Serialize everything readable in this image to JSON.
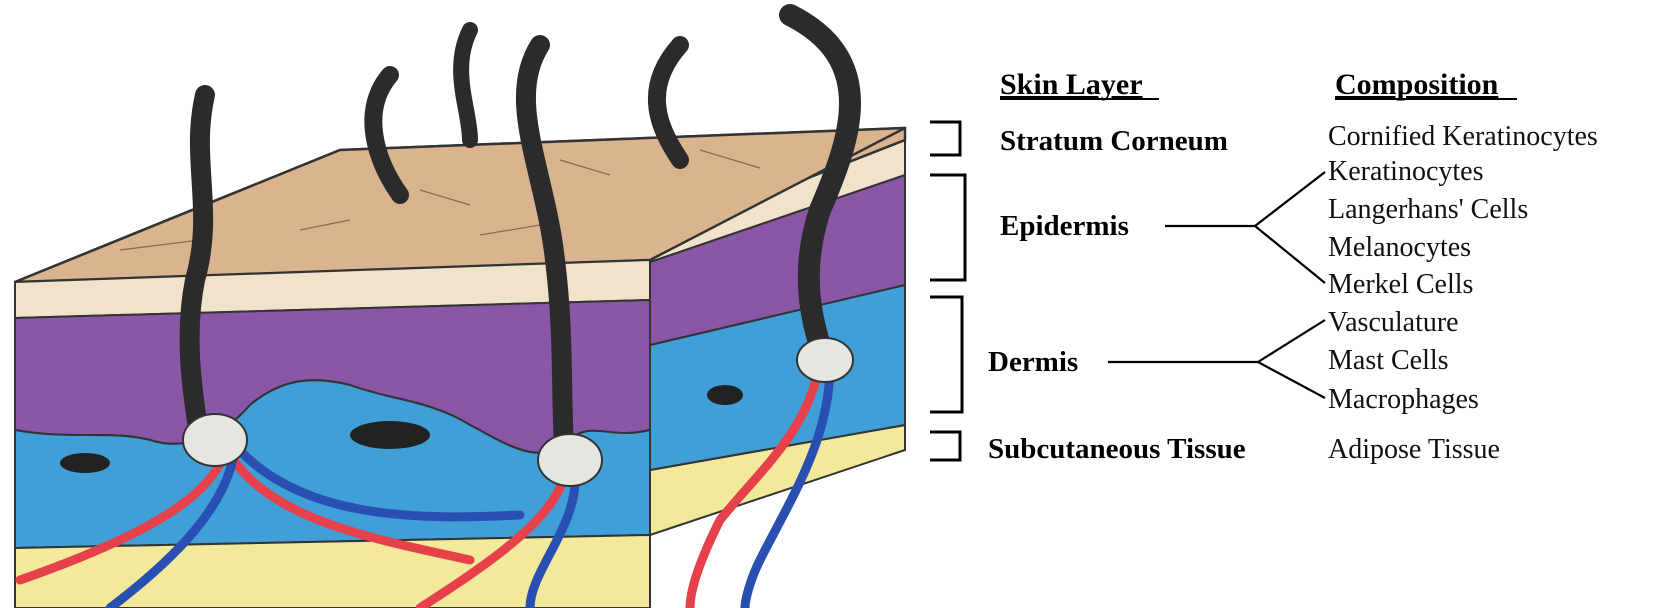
{
  "headers": {
    "skin_layer": "Skin Layer",
    "composition": "Composition"
  },
  "layers": {
    "stratum_corneum": {
      "name": "Stratum Corneum",
      "composition": [
        "Cornified Keratinocytes"
      ]
    },
    "epidermis": {
      "name": "Epidermis",
      "composition": [
        "Keratinocytes",
        "Langerhans' Cells",
        "Melanocytes",
        "Merkel Cells"
      ]
    },
    "dermis": {
      "name": "Dermis",
      "composition": [
        "Vasculature",
        "Mast Cells",
        "Macrophages"
      ]
    },
    "subcutaneous_tissue": {
      "name": "Subcutaneous Tissue",
      "composition": [
        "Adipose Tissue"
      ]
    }
  },
  "colors": {
    "skin_surface": "#d9b48f",
    "stratum_corneum": "#f1e2cc",
    "epidermis": "#8a56a6",
    "dermis": "#3f9fd6",
    "subcutaneous": "#f2ea9a",
    "hair": "#2b2b2b",
    "artery": "#e6404a",
    "vein": "#2a4fb3"
  }
}
